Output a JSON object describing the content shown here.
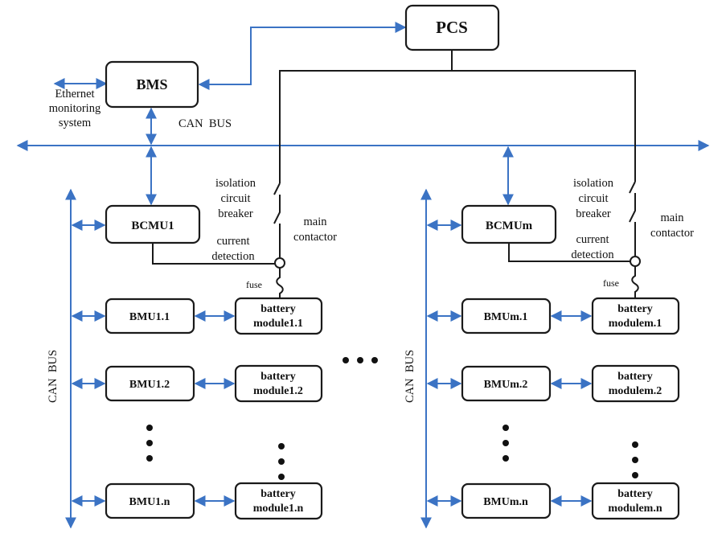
{
  "nodes": {
    "pcs": "PCS",
    "bms": "BMS",
    "bcmu1": "BCMU1",
    "bcmum": "BCMUm",
    "bmu1_1": "BMU1.1",
    "bmu1_2": "BMU1.2",
    "bmu1_n": "BMU1.n",
    "bmum_1": "BMUm.1",
    "bmum_2": "BMUm.2",
    "bmum_n": "BMUm.n",
    "bat1_1": [
      "battery",
      "module1.1"
    ],
    "bat1_2": [
      "battery",
      "module1.2"
    ],
    "bat1_n": [
      "battery",
      "module1.n"
    ],
    "batm_1": [
      "battery",
      "modulem.1"
    ],
    "batm_2": [
      "battery",
      "modulem.2"
    ],
    "batm_n": [
      "battery",
      "modulem.n"
    ]
  },
  "labels": {
    "ethernet": [
      "Ethernet",
      "monitoring",
      "system"
    ],
    "can_bus_top": "CAN  BUS",
    "can_bus_vertical": "CAN  BUS",
    "isolation_breaker": [
      "isolation",
      "circuit",
      "breaker"
    ],
    "main_contactor": [
      "main",
      "contactor"
    ],
    "current_detection": [
      "current",
      "detection"
    ],
    "fuse": "fuse"
  },
  "colors": {
    "bus_line": "#3b73c4",
    "power_line": "#1a1a1a"
  }
}
